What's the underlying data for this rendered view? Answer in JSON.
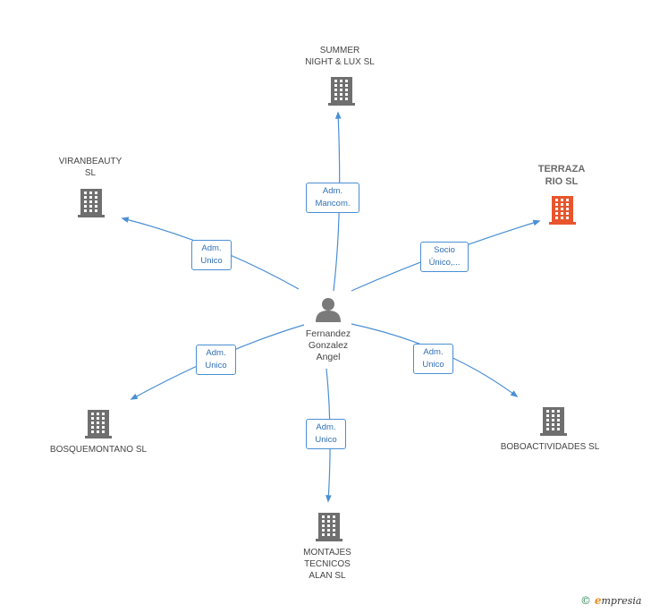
{
  "center": {
    "name": "Fernandez\nGonzalez\nAngel"
  },
  "nodes": [
    {
      "id": "summer",
      "label": "SUMMER\nNIGHT & LUX SL",
      "color": "#6f6f6f",
      "highlight": false
    },
    {
      "id": "viranbeauty",
      "label": "VIRANBEAUTY\nSL",
      "color": "#6f6f6f",
      "highlight": false
    },
    {
      "id": "terraza",
      "label": "TERRAZA\nRIO SL",
      "color": "#e8552d",
      "highlight": true
    },
    {
      "id": "bosquemontano",
      "label": "BOSQUEMONTANO SL",
      "color": "#6f6f6f",
      "highlight": false
    },
    {
      "id": "boboactividades",
      "label": "BOBOACTIVIDADES SL",
      "color": "#6f6f6f",
      "highlight": false
    },
    {
      "id": "montajes",
      "label": "MONTAJES\nTECNICOS\nALAN  SL",
      "color": "#6f6f6f",
      "highlight": false
    }
  ],
  "edges": [
    {
      "to": "summer",
      "label": "Adm.\nMancom."
    },
    {
      "to": "viranbeauty",
      "label": "Adm.\nUnico"
    },
    {
      "to": "terraza",
      "label": "Socio\nÚnico,..."
    },
    {
      "to": "bosquemontano",
      "label": "Adm.\nUnico"
    },
    {
      "to": "boboactividades",
      "label": "Adm.\nUnico"
    },
    {
      "to": "montajes",
      "label": "Adm.\nUnico"
    }
  ],
  "footer": {
    "copyright": "©",
    "brand_initial": "e",
    "brand_rest": "mpresia"
  },
  "colors": {
    "edge": "#4a8fd4",
    "building": "#6f6f6f",
    "highlight": "#e8552d"
  }
}
